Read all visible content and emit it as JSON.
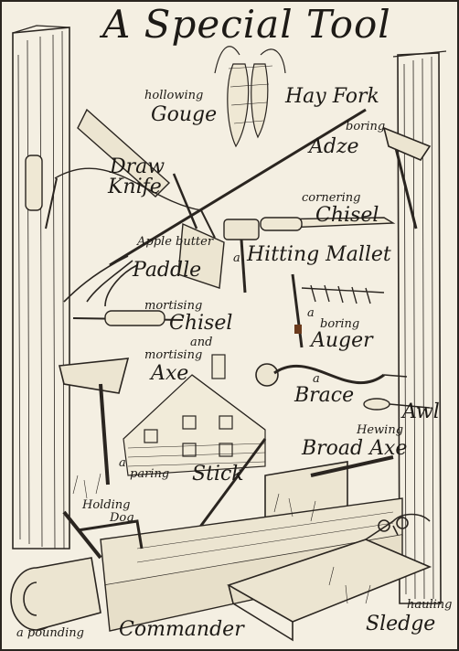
{
  "title": "A Special Tool",
  "labels": {
    "hollowing": "hollowing",
    "gouge": "Gouge",
    "hay_fork": "Hay Fork",
    "boring_small": "boring",
    "adze": "Adze",
    "draw_knife": "Draw Knife",
    "draw": "Draw",
    "knife": "Knife",
    "cornering": "cornering",
    "chisel_1": "Chisel",
    "apple_butter": "Apple butter",
    "paddle": "Paddle",
    "a_1": "a",
    "hitting_mallet": "Hitting Mallet",
    "mortising_1": "mortising",
    "chisel_2": "Chisel",
    "and": "and",
    "mortising_2": "mortising",
    "axe": "Axe",
    "a_2": "a",
    "boring_2": "boring",
    "auger": "Auger",
    "a_3": "a",
    "brace": "Brace",
    "awl": "Awl",
    "hewing": "Hewing",
    "broad_axe": "Broad Axe",
    "a_4": "a",
    "paring": "paring",
    "stick": "Stick",
    "holding": "Holding",
    "dog": "Dog",
    "a_pounding": "a pounding",
    "commander": "Commander",
    "hauling": "hauling",
    "sledge": "Sledge"
  }
}
